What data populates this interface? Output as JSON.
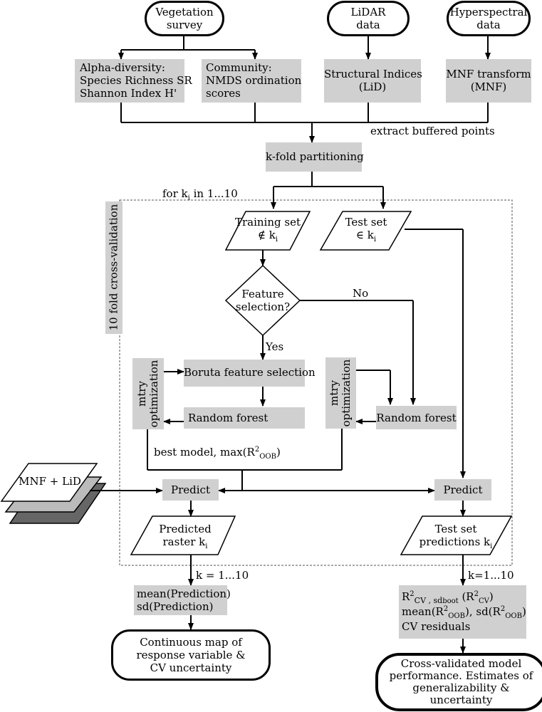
{
  "diagram": {
    "vegetation_survey": [
      "Vegetation",
      "survey"
    ],
    "lidar_data": [
      "LiDAR",
      "data"
    ],
    "hyperspectral_data": [
      "Hyperspectral",
      "data"
    ],
    "alpha_diversity": [
      "Alpha-diversity:",
      "Species Richness SR",
      "Shannon Index H'"
    ],
    "community": [
      "Community:",
      "NMDS ordination",
      "scores"
    ],
    "structural_indices": [
      "Structural Indices",
      "(LiD)"
    ],
    "mnf_transform": [
      "MNF transform",
      "(MNF)"
    ],
    "extract_buffered_points": "extract buffered points",
    "kfold_partitioning": "k-fold partitioning",
    "for_ki": "for k",
    "for_ki_sub": "i",
    "for_ki_range": " in 1...10",
    "cv_label": "10 fold cross-validation",
    "training_set": "Training set",
    "training_set_sub": "∉ k",
    "test_set": "Test set",
    "test_set_sub": "∈ k",
    "sub_i": "i",
    "feature_selection": [
      "Feature",
      "selection?"
    ],
    "no": "No",
    "yes": "Yes",
    "boruta": "Boruta feature selection",
    "random_forest_left": "Random forest",
    "random_forest_right": "Random forest",
    "mtry_opt_left": [
      "mtry",
      "optimization"
    ],
    "mtry_opt_right": [
      "mtry",
      "optimization"
    ],
    "best_model": "best model, max(R",
    "best_model_sup": "2",
    "best_model_sub": "OOB",
    "best_model_end": ")",
    "mnf_lid": "MNF + LiD",
    "predict_left": "Predict",
    "predict_right": "Predict",
    "predicted_raster": [
      "Predicted",
      "raster k"
    ],
    "test_predictions": [
      "Test set",
      "predictions k"
    ],
    "k_left": "k = 1...10",
    "k_right": "k=1...10",
    "mean_prediction": "mean(Prediction)",
    "sd_prediction": "sd(Prediction)",
    "cv_stats_line1_a": "R",
    "cv_stats_line1_b": "CV ,  sd",
    "cv_stats_line1_c": "boot",
    "cv_stats_line1_d": " (R",
    "cv_stats_line1_e": "CV",
    "cv_stats_line1_f": ")",
    "cv_stats_line2": "mean(R",
    "cv_stats_line2_b": "OOB",
    "cv_stats_line2_c": "), sd(R",
    "cv_stats_line2_d": "OOB",
    "cv_stats_line2_e": ")",
    "cv_residuals": "CV residuals",
    "continuous_map": [
      "Continuous map of",
      "response variable &",
      "CV uncertainty"
    ],
    "cv_model_perf": [
      "Cross-validated model",
      "performance. Estimates of",
      "generalizability &",
      "uncertainty"
    ],
    "sup2": "2"
  }
}
